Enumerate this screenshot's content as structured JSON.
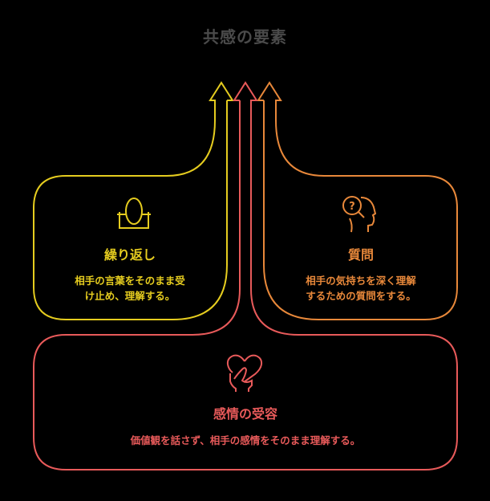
{
  "title": "共感の要素",
  "colors": {
    "title": "#4a4a4a",
    "yellow": "#e5cc1f",
    "orange": "#e8883a",
    "red": "#e85a5a",
    "background": "#000000"
  },
  "nodes": [
    {
      "id": "repeat",
      "icon": "mirror-icon",
      "heading": "繰り返し",
      "description_lines": [
        "相手の言葉をそのまま受",
        "け止め、理解する。"
      ],
      "color": "#e5cc1f"
    },
    {
      "id": "question",
      "icon": "head-question-magnifier-icon",
      "heading": "質問",
      "description_lines": [
        "相手の気持ちを深く理解",
        "するための質問をする。"
      ],
      "color": "#e8883a"
    },
    {
      "id": "acceptance",
      "icon": "hand-heart-icon",
      "heading": "感情の受容",
      "description_lines": [
        "価値観を話さず、相手の感情をそのまま理解する。"
      ],
      "color": "#e85a5a"
    }
  ],
  "arrows": [
    {
      "from": "repeat",
      "to": "title",
      "color": "#e5cc1f"
    },
    {
      "from": "acceptance",
      "to": "title",
      "color": "#e85a5a"
    },
    {
      "from": "question",
      "to": "title",
      "color": "#e8883a"
    }
  ]
}
